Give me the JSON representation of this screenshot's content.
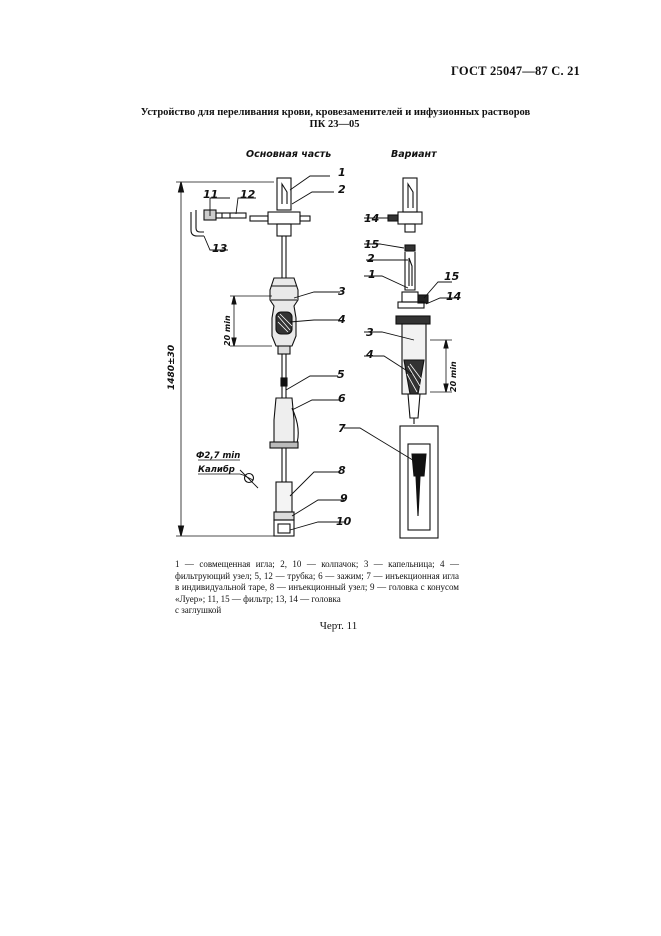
{
  "header": {
    "code": "ГОСТ 25047—87 С. 21"
  },
  "title": {
    "line1": "Устройство для переливания крови, кровезаменителей и инфузионных растворов",
    "line2": "ПК 23—05"
  },
  "figure": {
    "left_heading": "Основная часть",
    "right_heading": "Вариант",
    "length_dimension": "1480±30",
    "min_dim_1": "20 min",
    "min_dim_2": "20 min",
    "diameter": "Ф2,7 min",
    "caliber": "Калибр",
    "part_labels": {
      "n1": "1",
      "n2": "2",
      "n3": "3",
      "n4": "4",
      "n5": "5",
      "n6": "6",
      "n7": "7",
      "n8": "8",
      "n9": "9",
      "n10": "10",
      "n11": "11",
      "n12": "12",
      "n13": "13",
      "n14": "14",
      "n15": "15"
    }
  },
  "legend": {
    "text": "1 — совмещенная игла; 2, 10 — колпачок; 3 — капельница; 4 — фильтрующий узел; 5, 12 — трубка; 6 — зажим; 7 — инъекционная игла в индивидуальной таре, 8 — инъекционный узел; 9 — головка с конусом «Луер»; 11, 15 — фильтр; 13, 14 — головка",
    "last_line": "с заглушкой"
  },
  "caption": "Черт. 11"
}
